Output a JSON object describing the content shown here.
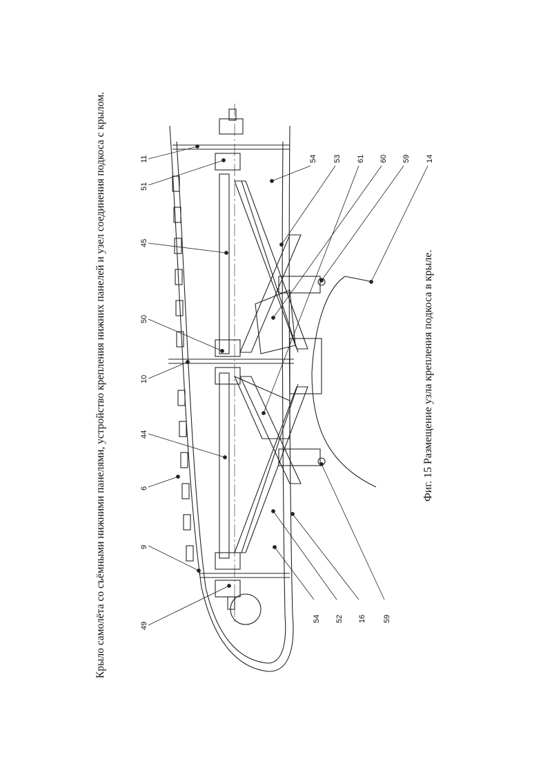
{
  "document": {
    "header_title": "Крыло самолёта со съёмными нижними панелями, устройство крепления нижних панелей и узел соединения подкоса с крылом.",
    "figure_caption": "Фиг. 15  Размещение узла крепления подкоса в крыле."
  },
  "figure": {
    "callouts": [
      {
        "id": "49"
      },
      {
        "id": "9"
      },
      {
        "id": "6"
      },
      {
        "id": "44"
      },
      {
        "id": "10"
      },
      {
        "id": "50"
      },
      {
        "id": "45"
      },
      {
        "id": "51"
      },
      {
        "id": "11"
      },
      {
        "id": "54",
        "pos": "bottom-left"
      },
      {
        "id": "52"
      },
      {
        "id": "16"
      },
      {
        "id": "59",
        "pos": "bottom"
      },
      {
        "id": "54",
        "pos": "top-right"
      },
      {
        "id": "53"
      },
      {
        "id": "61"
      },
      {
        "id": "60"
      },
      {
        "id": "59",
        "pos": "top"
      },
      {
        "id": "14"
      }
    ]
  }
}
